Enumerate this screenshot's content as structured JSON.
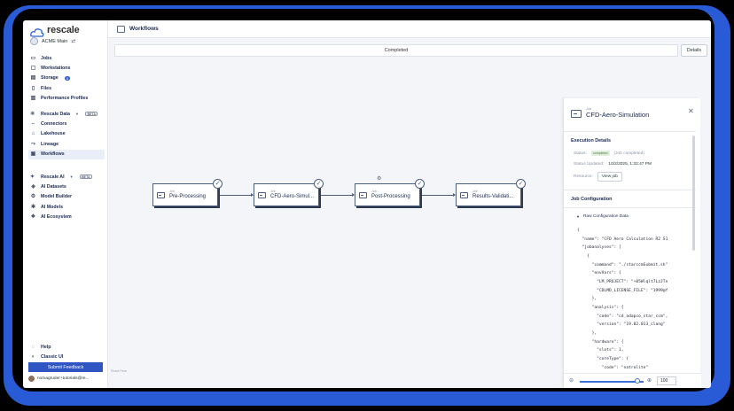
{
  "app": {
    "logo_text": "rescale",
    "org_name": "ACME Main"
  },
  "sidebar": {
    "items_top": [
      {
        "label": "Jobs",
        "icon": "jobs-icon"
      },
      {
        "label": "Workstations",
        "icon": "workstation-icon"
      },
      {
        "label": "Storage",
        "icon": "storage-icon",
        "badge": "1"
      },
      {
        "label": "Files",
        "icon": "files-icon"
      },
      {
        "label": "Performance Profiles",
        "icon": "chart-icon"
      }
    ],
    "data_section": {
      "label": "Rescale Data",
      "tag": "BETA"
    },
    "items_data": [
      {
        "label": "Connectors",
        "icon": "connector-icon"
      },
      {
        "label": "Lakehouse",
        "icon": "lakehouse-icon"
      },
      {
        "label": "Lineage",
        "icon": "lineage-icon"
      },
      {
        "label": "Workflows",
        "icon": "workflow-icon",
        "active": true
      }
    ],
    "ai_section": {
      "label": "Rescale AI",
      "tag": "BETA"
    },
    "items_ai": [
      {
        "label": "AI Datasets",
        "icon": "dataset-icon"
      },
      {
        "label": "Model Builder",
        "icon": "model-builder-icon"
      },
      {
        "label": "AI Models",
        "icon": "ai-models-icon"
      },
      {
        "label": "AI Ecosystem",
        "icon": "ecosystem-icon"
      }
    ],
    "help_label": "Help",
    "classic_label": "Classic UI",
    "feedback_label": "Submit Feedback",
    "user_email": "nomagruder+tutorials@re..."
  },
  "header": {
    "title": "Workflows"
  },
  "status": {
    "text": "Completed",
    "details_label": "Details"
  },
  "canvas": {
    "react_flow_label": "React Flow",
    "nodes": [
      {
        "kind": "Job",
        "name": "Pre-Processing"
      },
      {
        "kind": "Job",
        "name": "CFD-Aero-Simul..."
      },
      {
        "kind": "Job",
        "name": "Post-Processing"
      },
      {
        "kind": "Job",
        "name": "Results-Validati..."
      }
    ]
  },
  "panel": {
    "kind": "Job",
    "title": "CFD-Aero-Simulation",
    "execution_title": "Execution Details",
    "status_label": "Status:",
    "status_pill": "completed",
    "status_note": "(Job completed)",
    "updated_label": "Status Updated:",
    "updated_value": "10/2/2025, 1:32:47 PM",
    "resource_label": "Resource:",
    "view_job_label": "View job",
    "config_title": "Job Configuration",
    "raw_label": "Raw Configuration Data",
    "code": "{\n  \"name\": \"CFD Aero Calculation R2 S1\n  \"jobanalyses\": [\n    {\n      \"command\": \"./starccmSubmit.sh\"\n      \"envVars\": {\n        \"LM_PROJECT\": \"+05Wlqlt7LzJTn\n        \"CDLMD_LICENSE_FILE\": \"1999@f\n      },\n      \"analysis\": {\n        \"code\": \"cd_adapco_star_ccm\",\n        \"version\": \"19.02.013_clang\"\n      },\n      \"hardware\": {\n        \"slots\": 1,\n        \"coreType\": {\n          \"code\": \"natrolite\"\n        },\n        \"walltime\": \n",
    "zoom_value": "100",
    "zoom_fraction": 0.9
  }
}
